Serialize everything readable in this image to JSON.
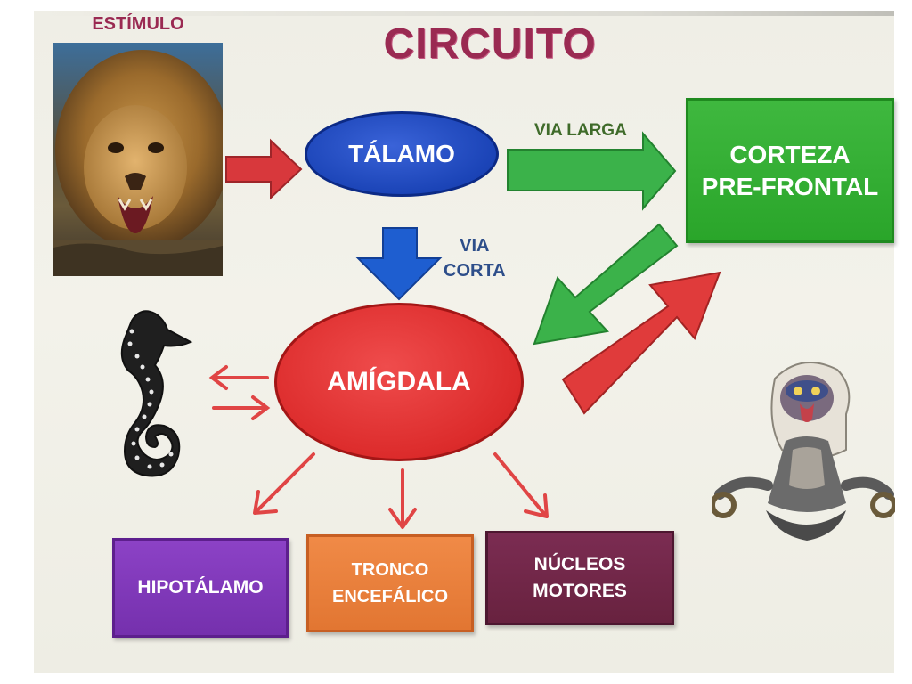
{
  "header": {
    "title": "CIRCUITO",
    "stimulus_label": "ESTÍMULO"
  },
  "nodes": {
    "talamo": "TÁLAMO",
    "amigdala": "AMÍGDALA",
    "corteza_line1": "CORTEZA",
    "corteza_line2": "PRE-FRONTAL",
    "hipotalamo": "HIPOTÁLAMO",
    "tronco_line1": "TRONCO",
    "tronco_line2": "ENCEFÁLICO",
    "nucleos_line1": "NÚCLEOS",
    "nucleos_line2": "MOTORES"
  },
  "edges": {
    "via_larga": "VIA LARGA",
    "via_corta_line1": "VIA",
    "via_corta_line2": "CORTA"
  },
  "colors": {
    "title": "#9a2a52",
    "talamo": "#1b44b7",
    "amigdala": "#dc2b2b",
    "corteza": "#2aa52a",
    "hipotalamo": "#7530ad",
    "tronco": "#e27632",
    "nucleos": "#68223f"
  },
  "illustrations": [
    "lion-photo",
    "seahorse-icon",
    "baboon-illustration"
  ]
}
